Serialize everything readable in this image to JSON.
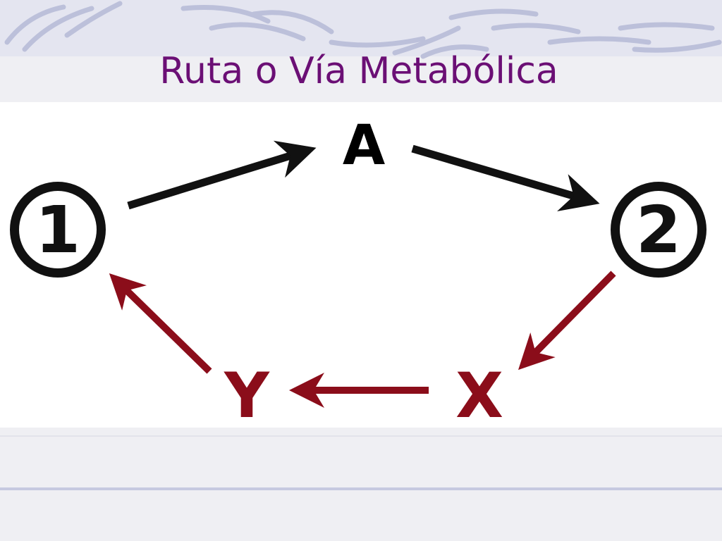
{
  "slide": {
    "title": "Ruta o Vía Metabólica"
  },
  "diagram": {
    "nodes": {
      "start": "1",
      "end": "2",
      "a": "A",
      "x": "X",
      "y": "Y"
    },
    "colors": {
      "title": "#6b0f75",
      "forward_arrows": "#111111",
      "return_arrows": "#8b0d1a",
      "panel": "#ffffff",
      "stripe": "#c6c9e0"
    }
  }
}
